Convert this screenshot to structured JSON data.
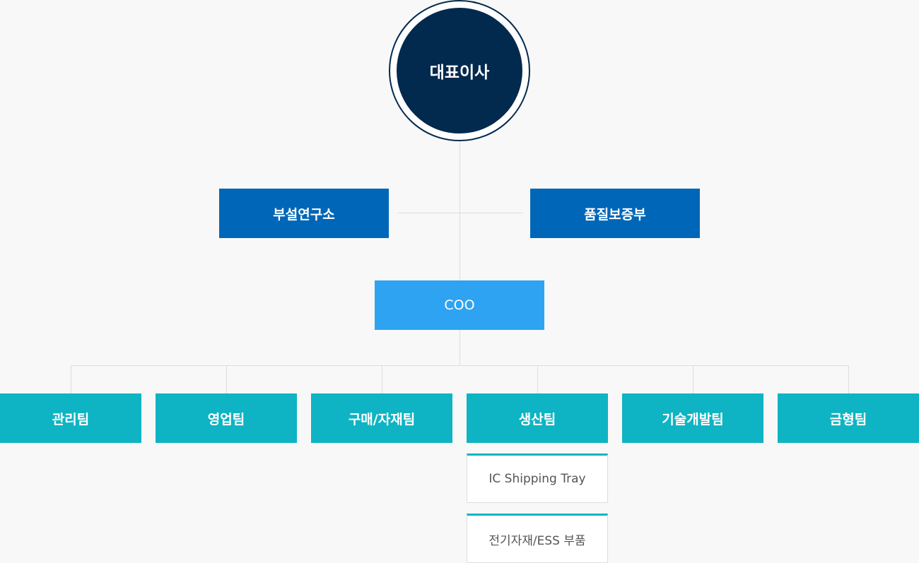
{
  "org": {
    "ceo": "대표이사",
    "departments": [
      "부설연구소",
      "품질보증부"
    ],
    "coo": "COO",
    "teams": [
      "관리팀",
      "영업팀",
      "구매/자재팀",
      "생산팀",
      "기술개발팀",
      "금형팀"
    ],
    "production_units": [
      "IC Shipping Tray",
      "전기자재/ESS 부품"
    ]
  },
  "colors": {
    "ceo": "#02294e",
    "department": "#0066b7",
    "coo": "#2ea3f2",
    "team": "#0eb4c3",
    "connector": "#dddddd",
    "background": "#f8f8f8"
  }
}
